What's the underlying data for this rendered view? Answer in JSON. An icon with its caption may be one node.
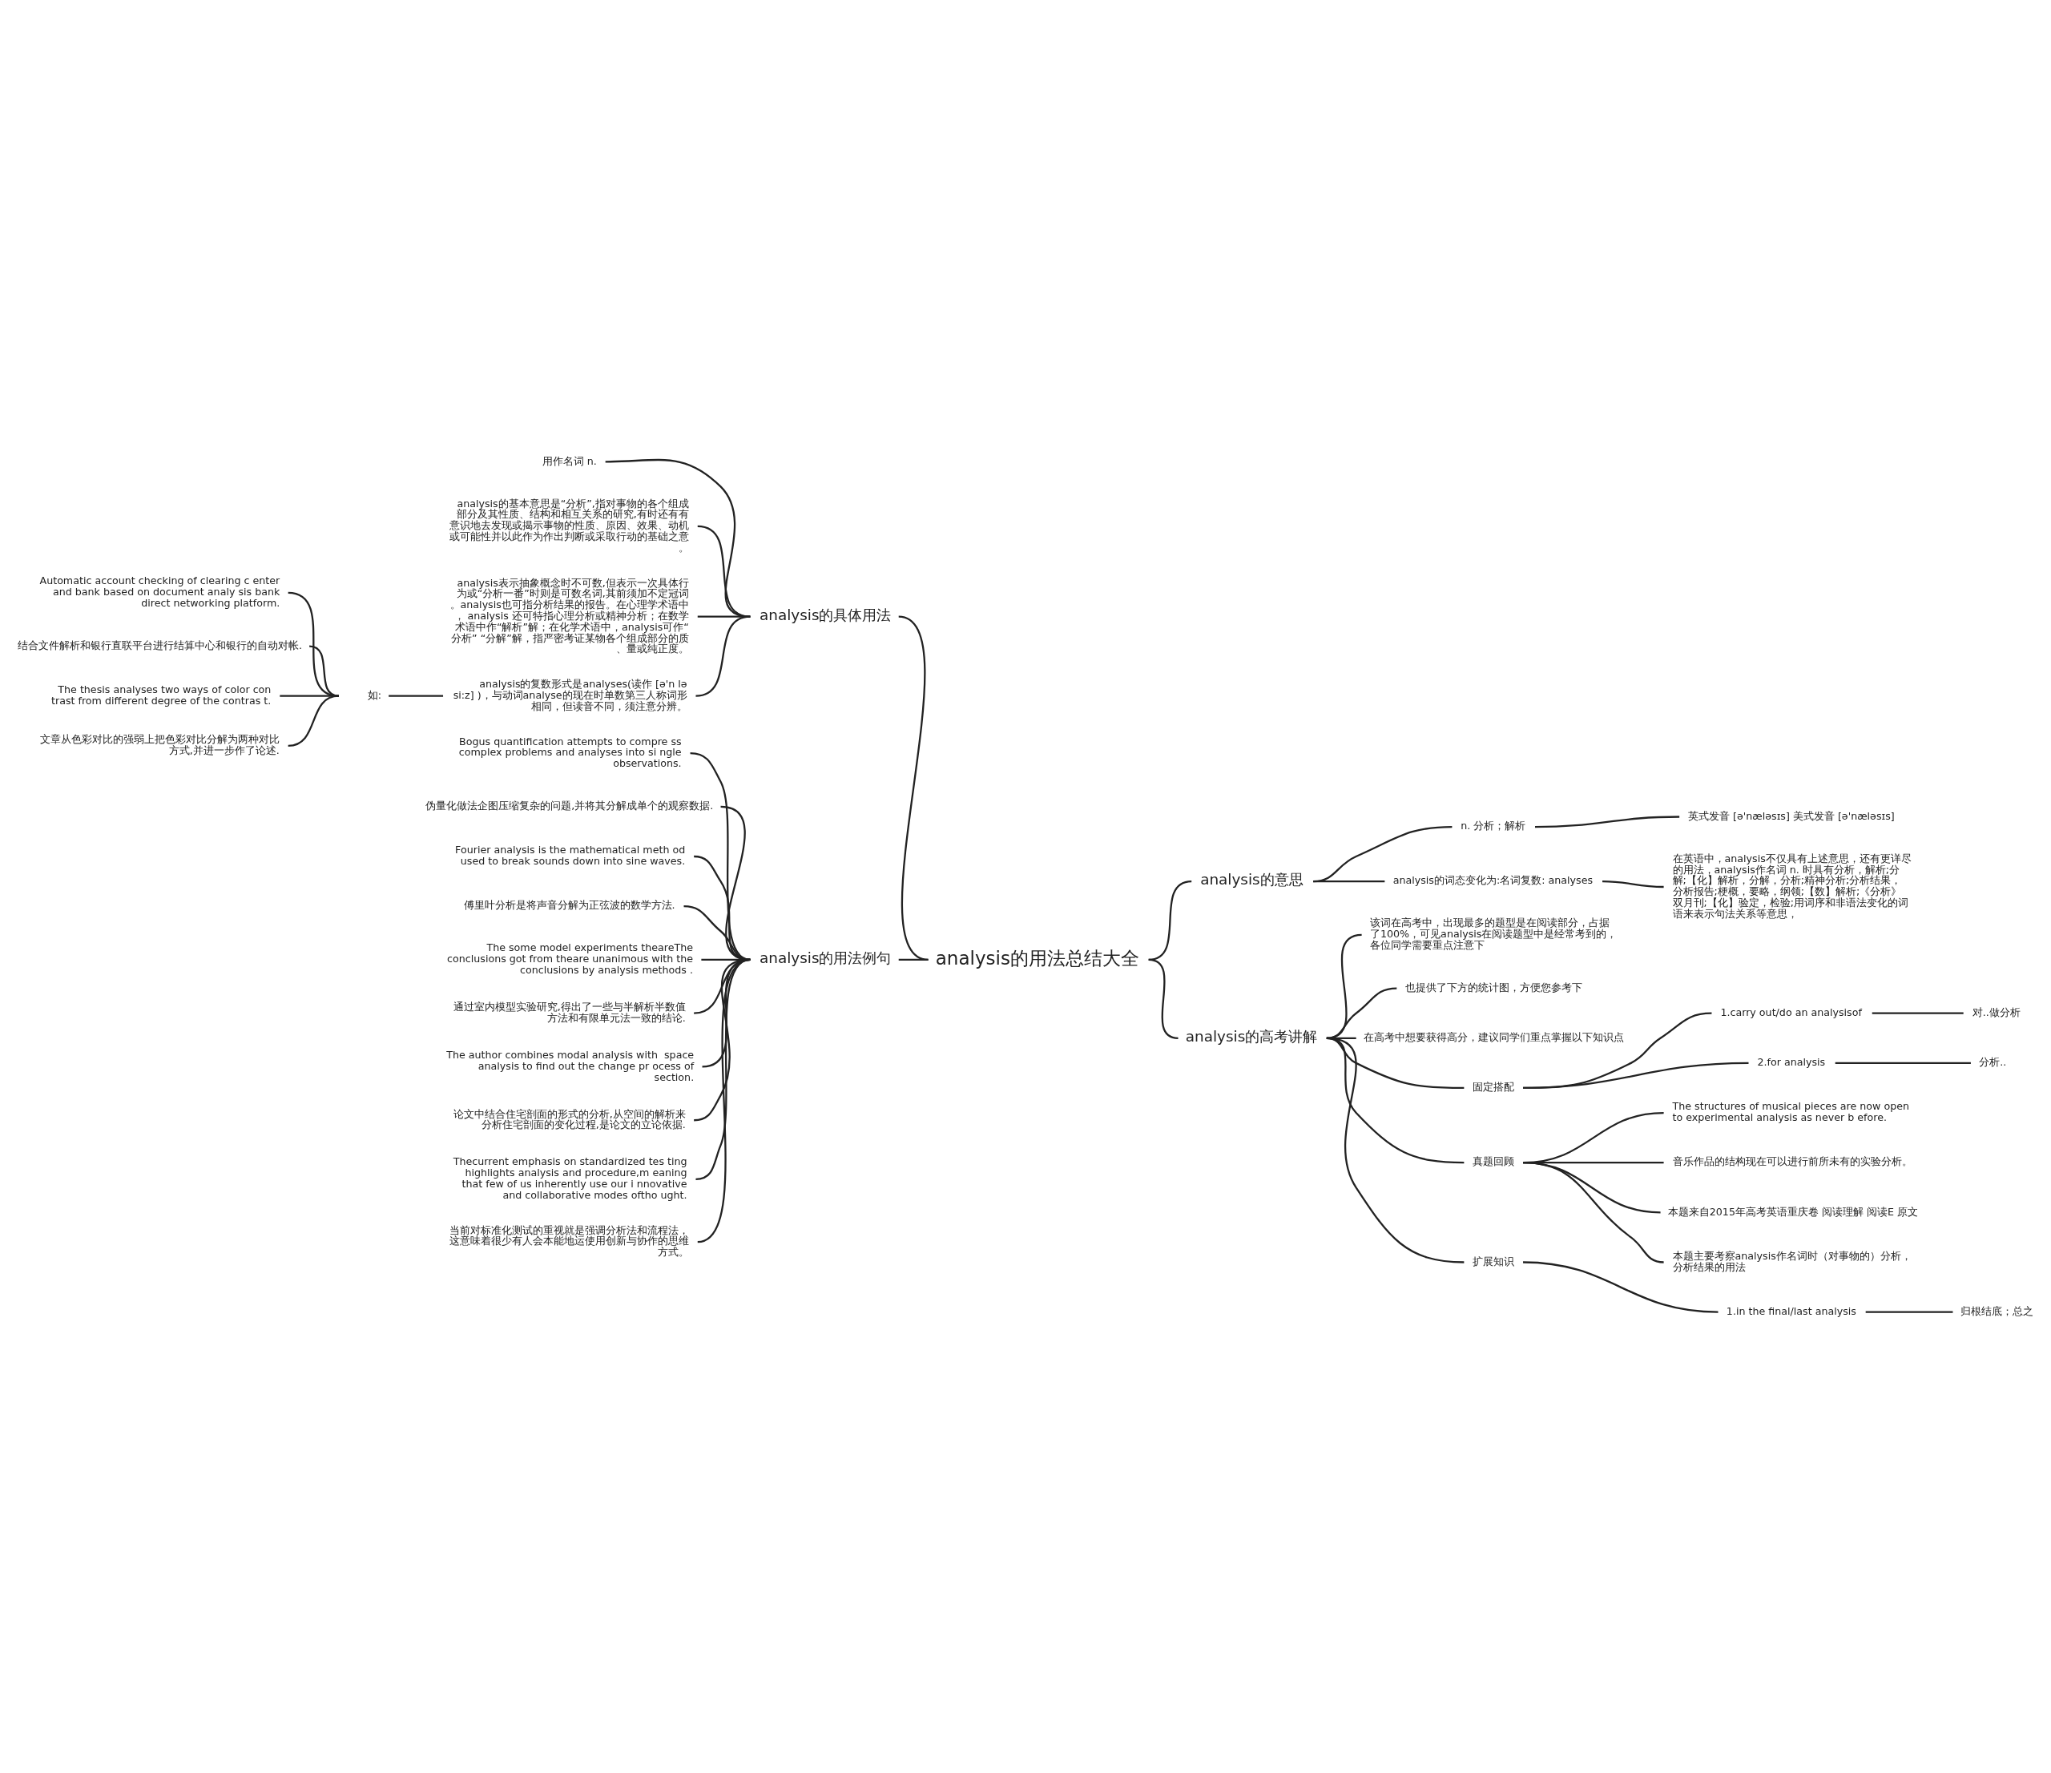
{
  "diagram": {
    "nodes": [
      {
        "text": [
          "analysis的用法总结大全"
        ]
      },
      {
        "text": [
          "analysis的具体用法"
        ]
      },
      {
        "text": [
          "用作名词 n."
        ]
      },
      {
        "text": [
          "analysis的基本意思是“分析”,指对事物的各个组成部分及其性质、结构和相互关系的研究,有时还有有意识地去发现或揭示事物的性质、原因、效果、动机或可能性并以此作为作出判断或采取行动的基础之意。"
        ]
      },
      {
        "text": [
          "analysis表示抽象概念时不可数,但表示一次具体行为或“分析一番”时则是可数名词,其前须加不定冠词。analysis也可指分析结果的报告。在心理学术语中， analysis 还可特指心理分析或精神分析；在数学术语中作“解析”解；在化学术语中，analysis可作“分析” “分解”解，指严密考证某物各个组成部分的质、量或纯正度。"
        ]
      },
      {
        "text": [
          "analysis的复数形式是analyses(读作 [ə'n lə si:z] )，与动词analyse的现在时单数第三人称词形相同，但读音不同，须注意分辨。"
        ]
      },
      {
        "text": [
          "如:"
        ]
      },
      {
        "text": [
          "Automatic account checking of clearing c enter and bank based on document analy sis bank direct networking platform."
        ]
      },
      {
        "text": [
          "结合文件解析和银行直联平台进行结算中心和银行的自动对帐."
        ]
      },
      {
        "text": [
          "The thesis analyses two ways of color con trast from different degree of the contras t."
        ]
      },
      {
        "text": [
          "文章从色彩对比的强弱上把色彩对比分解为两种对比方式,并进一步作了论述."
        ]
      },
      {
        "text": [
          "analysis的用法例句"
        ]
      },
      {
        "text": [
          "Bogus quantification attempts to compre ss complex problems and analyses into si ngle observations."
        ]
      },
      {
        "text": [
          "伪量化做法企图压缩复杂的问题,并将其分解成单个的观察数据."
        ]
      },
      {
        "text": [
          "Fourier analysis is the mathematical meth od used to break sounds down into sine waves."
        ]
      },
      {
        "text": [
          "傅里叶分析是将声音分解为正弦波的数学方法."
        ]
      },
      {
        "text": [
          "The some model experiments theareThe conclusions got from theare unanimous with the conclusions by analysis methods ."
        ]
      },
      {
        "text": [
          "通过室内模型实验研究,得出了一些与半解析半数值方法和有限单元法一致的结论."
        ]
      },
      {
        "text": [
          "The author combines modal analysis with  space analysis to find out the change pr ocess of section."
        ]
      },
      {
        "text": [
          "论文中结合住宅剖面的形式的分析,从空间的解析来分析住宅剖面的变化过程,是论文的立论依据."
        ]
      },
      {
        "text": [
          "Thecurrent emphasis on standardized tes ting highlights analysis and procedure,m eaning that few of us inherently use our i nnovative and collaborative modes oftho ught."
        ]
      },
      {
        "text": [
          "当前对标准化测试的重视就是强调分析法和流程法，这意味着很少有人会本能地运使用创新与协作的思维方式。"
        ]
      },
      {
        "text": [
          "analysis的意思"
        ]
      },
      {
        "text": [
          "n. 分析；解析"
        ]
      },
      {
        "text": [
          "英式发音 [ə'næləsɪs] 美式发音 [ə'næləsɪs]"
        ]
      },
      {
        "text": [
          "analysis的词态变化为:名词复数: analyses"
        ]
      },
      {
        "text": [
          "在英语中，analysis不仅具有上述意思，还有更详尽的用法，analysis作名词 n. 时具有分析，解析;分解;【化】解析，分解，分析;精神分析;分析结果，分析报告;梗概，要略，纲领;【数】解析;《分析》双月刊;【化】验定，检验;用词序和非语法变化的词语来表示句法关系等意思，"
        ]
      },
      {
        "text": [
          "analysis的高考讲解"
        ]
      },
      {
        "text": [
          "该词在高考中，出现最多的题型是在阅读部分，占据了100%，可见analysis在阅读题型中是经常考到的，各位同学需要重点注意下"
        ]
      },
      {
        "text": [
          "也提供了下方的统计图，方便您参考下"
        ]
      },
      {
        "text": [
          "在高考中想要获得高分，建议同学们重点掌握以下知识点"
        ]
      },
      {
        "text": [
          "固定搭配"
        ]
      },
      {
        "text": [
          "1.carry out/do an analysisof"
        ]
      },
      {
        "text": [
          "对..做分析"
        ]
      },
      {
        "text": [
          "2.for analysis"
        ]
      },
      {
        "text": [
          "分析.."
        ]
      },
      {
        "text": [
          "真题回顾"
        ]
      },
      {
        "text": [
          "The structures of musical pieces are now open to experimental analysis as never b efore."
        ]
      },
      {
        "text": [
          "音乐作品的结构现在可以进行前所未有的实验分析。"
        ]
      },
      {
        "text": [
          "本题来自2015年高考英语重庆卷 阅读理解 阅读E 原文"
        ]
      },
      {
        "text": [
          "本题主要考察analysis作名词时（对事物的）分析，分析结果的用法"
        ]
      },
      {
        "text": [
          "扩展知识"
        ]
      },
      {
        "text": [
          "1.in the final/last analysis"
        ]
      },
      {
        "text": [
          "归根结底；总之"
        ]
      }
    ],
    "edges": [
      {
        "from": 0,
        "to": 1,
        "arrow": "none"
      },
      {
        "from": 1,
        "to": 2,
        "arrow": "none"
      },
      {
        "from": 1,
        "to": 3,
        "arrow": "none"
      },
      {
        "from": 1,
        "to": 4,
        "arrow": "none"
      },
      {
        "from": 1,
        "to": 5,
        "arrow": "none"
      },
      {
        "from": 5,
        "to": 6,
        "arrow": "none"
      },
      {
        "from": 6,
        "to": 7,
        "arrow": "none"
      },
      {
        "from": 6,
        "to": 8,
        "arrow": "none"
      },
      {
        "from": 6,
        "to": 9,
        "arrow": "none"
      },
      {
        "from": 6,
        "to": 10,
        "arrow": "none"
      },
      {
        "from": 0,
        "to": 11,
        "arrow": "none"
      },
      {
        "from": 11,
        "to": 12,
        "arrow": "none"
      },
      {
        "from": 11,
        "to": 13,
        "arrow": "none"
      },
      {
        "from": 11,
        "to": 14,
        "arrow": "none"
      },
      {
        "from": 11,
        "to": 15,
        "arrow": "none"
      },
      {
        "from": 11,
        "to": 16,
        "arrow": "none"
      },
      {
        "from": 11,
        "to": 17,
        "arrow": "none"
      },
      {
        "from": 11,
        "to": 18,
        "arrow": "none"
      },
      {
        "from": 11,
        "to": 19,
        "arrow": "none"
      },
      {
        "from": 11,
        "to": 20,
        "arrow": "none"
      },
      {
        "from": 11,
        "to": 21,
        "arrow": "none"
      },
      {
        "from": 0,
        "to": 22,
        "arrow": "none"
      },
      {
        "from": 22,
        "to": 23,
        "arrow": "none"
      },
      {
        "from": 23,
        "to": 24,
        "arrow": "none"
      },
      {
        "from": 22,
        "to": 25,
        "arrow": "none"
      },
      {
        "from": 25,
        "to": 26,
        "arrow": "none"
      },
      {
        "from": 0,
        "to": 27,
        "arrow": "none"
      },
      {
        "from": 27,
        "to": 28,
        "arrow": "none"
      },
      {
        "from": 27,
        "to": 29,
        "arrow": "none"
      },
      {
        "from": 27,
        "to": 30,
        "arrow": "none"
      },
      {
        "from": 27,
        "to": 31,
        "arrow": "none"
      },
      {
        "from": 31,
        "to": 32,
        "arrow": "none"
      },
      {
        "from": 32,
        "to": 33,
        "arrow": "none"
      },
      {
        "from": 31,
        "to": 34,
        "arrow": "none"
      },
      {
        "from": 34,
        "to": 35,
        "arrow": "none"
      },
      {
        "from": 27,
        "to": 36,
        "arrow": "none"
      },
      {
        "from": 36,
        "to": 37,
        "arrow": "none"
      },
      {
        "from": 36,
        "to": 38,
        "arrow": "none"
      },
      {
        "from": 36,
        "to": 39,
        "arrow": "none"
      },
      {
        "from": 36,
        "to": 40,
        "arrow": "none"
      },
      {
        "from": 27,
        "to": 41,
        "arrow": "none"
      },
      {
        "from": 41,
        "to": 42,
        "arrow": "none"
      },
      {
        "from": 42,
        "to": 43,
        "arrow": "none"
      }
    ]
  }
}
